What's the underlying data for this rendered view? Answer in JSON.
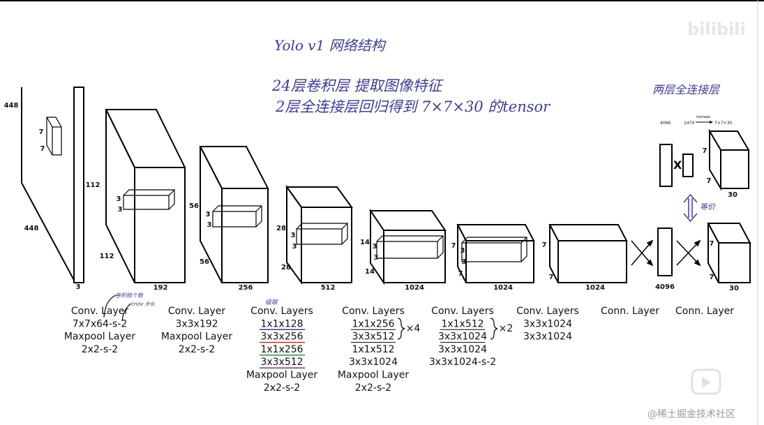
{
  "title_notes": {
    "line1": "Yolo v1 网络结构",
    "line2": "24层卷积层 提取图像特征",
    "line3": "2层全连接层回归得到 7×7×30 的tensor",
    "fc_note": "两层全连接层",
    "equivalent": "等价",
    "kernel_count_note": "卷积核个数",
    "stride_note": "stride 步长",
    "cascade_note": "级联"
  },
  "dims": {
    "input": [
      "448",
      "448",
      "3",
      "7",
      "7"
    ],
    "b1": [
      "112",
      "112",
      "192",
      "3",
      "3"
    ],
    "b2": [
      "56",
      "56",
      "256",
      "3",
      "3"
    ],
    "b3": [
      "28",
      "28",
      "512",
      "3",
      "3"
    ],
    "b4": [
      "14",
      "14",
      "1024",
      "3",
      "3"
    ],
    "b5": [
      "7",
      "7",
      "1024",
      "3",
      "3"
    ],
    "b6": [
      "7",
      "7",
      "1024"
    ],
    "fc1": "4096",
    "out": [
      "7",
      "7",
      "30"
    ],
    "alt": {
      "a": "4096",
      "b": "1470",
      "reshape": "reshape",
      "c": "7×7×30",
      "out": [
        "7",
        "7",
        "30"
      ]
    }
  },
  "captions": [
    {
      "lines": [
        "Conv. Layer",
        "7x7x64-s-2",
        "Maxpool Layer",
        "2x2-s-2"
      ]
    },
    {
      "lines": [
        "Conv. Layer",
        "3x3x192",
        "Maxpool Layer",
        "2x2-s-2"
      ]
    },
    {
      "lines": [
        "Conv. Layers",
        "1x1x128",
        "3x3x256",
        "1x1x256",
        "3x3x512",
        "Maxpool Layer",
        "2x2-s-2"
      ]
    },
    {
      "lines": [
        "Conv. Layers",
        "1x1x256",
        "3x3x512",
        "1x1x512",
        "3x3x1024",
        "Maxpool Layer",
        "2x2-s-2"
      ],
      "repeat": "×4"
    },
    {
      "lines": [
        "Conv. Layers",
        "1x1x512",
        "3x3x1024",
        "3x3x1024",
        "3x3x1024-s-2"
      ],
      "repeat": "×2"
    },
    {
      "lines": [
        "Conv. Layers",
        "3x3x1024",
        "3x3x1024"
      ]
    },
    {
      "lines": [
        "Conn. Layer"
      ]
    },
    {
      "lines": [
        "Conn. Layer"
      ]
    }
  ],
  "underline_colors": [
    "#3a3a9a",
    "#c0302a",
    "#2f8a4a",
    "#7a3a8a"
  ],
  "watermarks": {
    "top": "bilibili",
    "bottom": "@稀土掘金技术社区"
  },
  "colors": {
    "ink": "#000000",
    "handwriting": "#3d3d8f"
  }
}
